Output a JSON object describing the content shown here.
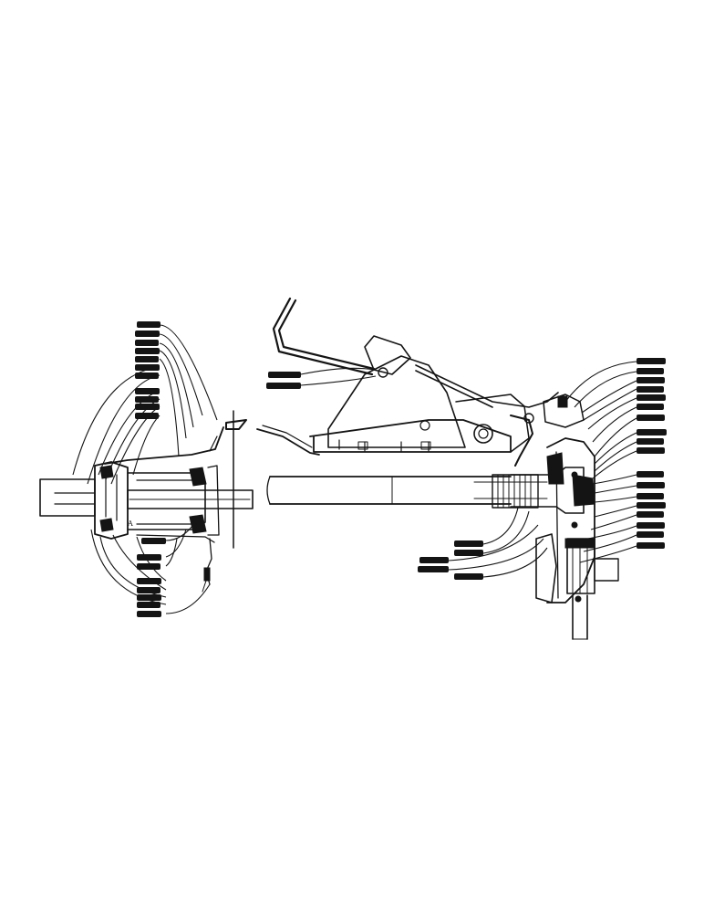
{
  "figure": {
    "colors": {
      "ink": "#141414",
      "paper": "#ffffff"
    },
    "left_assembly": {
      "name": "clutch-bell-housing-section",
      "callout_count": 20
    },
    "right_assembly": {
      "name": "clutch-linkage-and-shaft-section",
      "callout_count": 27
    },
    "callout_labels": {
      "text": "",
      "note": ""
    }
  }
}
